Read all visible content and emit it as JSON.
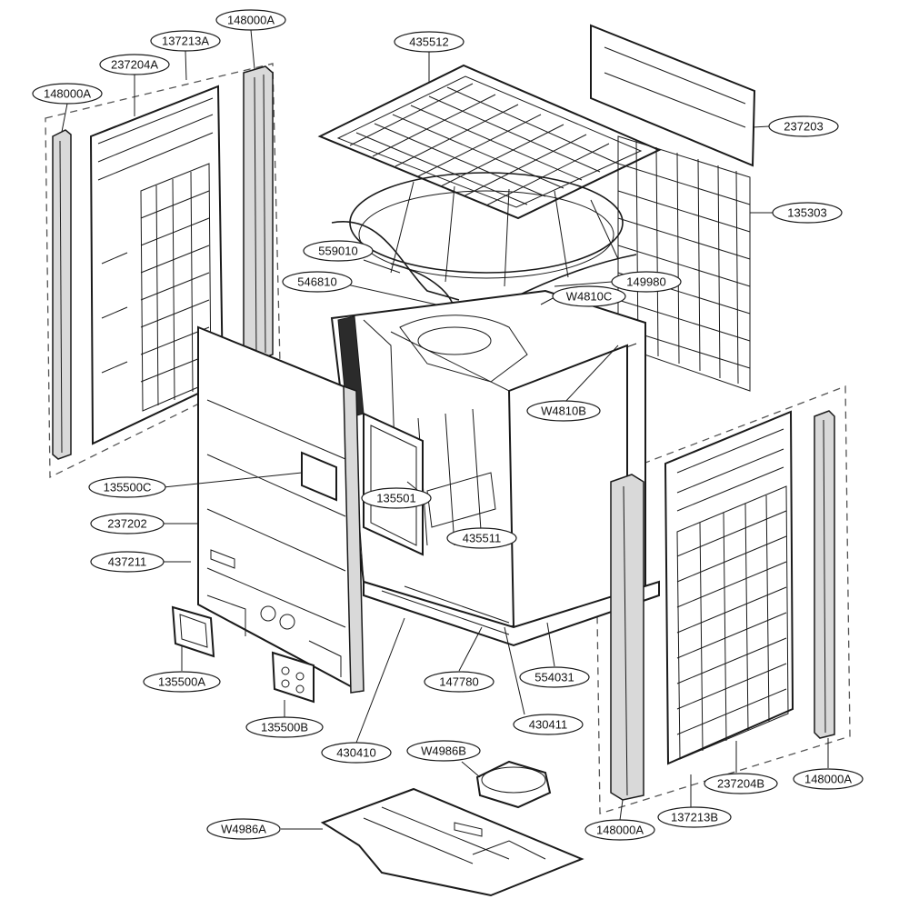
{
  "callouts": [
    {
      "id": "c1",
      "label": "148000A"
    },
    {
      "id": "c2",
      "label": "137213A"
    },
    {
      "id": "c3",
      "label": "237204A"
    },
    {
      "id": "c4",
      "label": "148000A"
    },
    {
      "id": "c5",
      "label": "435512"
    },
    {
      "id": "c6",
      "label": "237203"
    },
    {
      "id": "c7",
      "label": "135303"
    },
    {
      "id": "c8",
      "label": "559010"
    },
    {
      "id": "c9",
      "label": "546810"
    },
    {
      "id": "c10",
      "label": "149980"
    },
    {
      "id": "c11",
      "label": "W4810C"
    },
    {
      "id": "c12",
      "label": "W4810B"
    },
    {
      "id": "c13",
      "label": "135500C"
    },
    {
      "id": "c14",
      "label": "135501"
    },
    {
      "id": "c15",
      "label": "237202"
    },
    {
      "id": "c16",
      "label": "435511"
    },
    {
      "id": "c17",
      "label": "437211"
    },
    {
      "id": "c18",
      "label": "135500A"
    },
    {
      "id": "c19",
      "label": "147780"
    },
    {
      "id": "c20",
      "label": "554031"
    },
    {
      "id": "c21",
      "label": "135500B"
    },
    {
      "id": "c22",
      "label": "430411"
    },
    {
      "id": "c23",
      "label": "430410"
    },
    {
      "id": "c24",
      "label": "W4986B"
    },
    {
      "id": "c25",
      "label": "237204B"
    },
    {
      "id": "c26",
      "label": "148000A"
    },
    {
      "id": "c27",
      "label": "137213B"
    },
    {
      "id": "c28",
      "label": "148000A"
    },
    {
      "id": "c29",
      "label": "W4986A"
    }
  ]
}
